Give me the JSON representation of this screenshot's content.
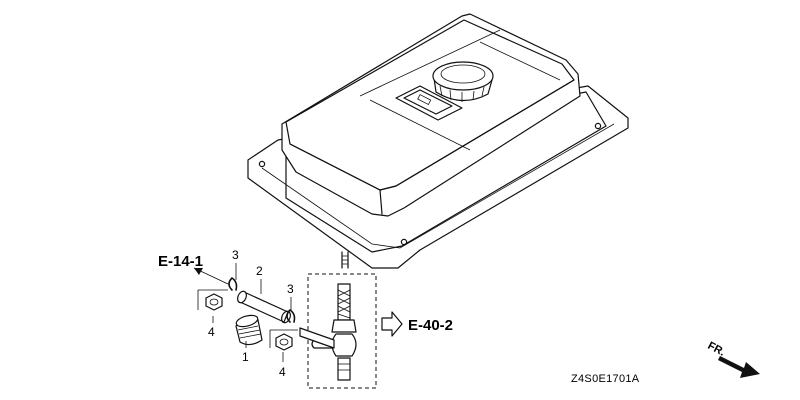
{
  "references": {
    "left": "E-14-1",
    "right": "E-40-2"
  },
  "part_labels": {
    "p1": "1",
    "p2": "2",
    "p3a": "3",
    "p3b": "3",
    "p4a": "4",
    "p4b": "4"
  },
  "figure_code": "Z4S0E1701A",
  "direction_label": "FR.",
  "colors": {
    "line": "#111111",
    "background": "#ffffff"
  }
}
